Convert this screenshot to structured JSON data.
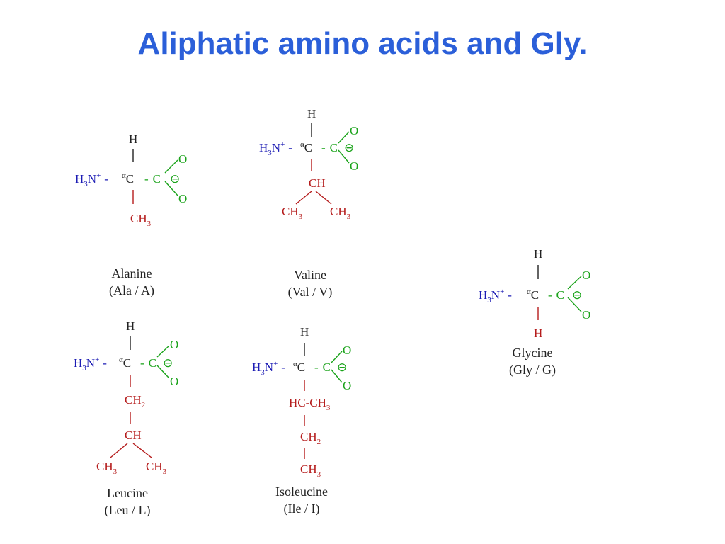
{
  "title": "Aliphatic amino acids and Gly.",
  "colors": {
    "title": "#2b5fd9",
    "amino": "#1c1cb4",
    "carboxyl": "#1aa31a",
    "side_chain": "#b51c1c",
    "backbone": "#222222"
  },
  "common": {
    "h_top": "H",
    "amine": "H",
    "amine_sub": "3",
    "amine_rest": "N",
    "amine_charge": "+",
    "dash": "-",
    "alpha": "α",
    "alpha_c": "C",
    "carb_c": "C",
    "oxygen": "O",
    "minus": "⊖"
  },
  "molecules": [
    {
      "id": "alanine",
      "name": "Alanine",
      "abbrev": "(Ala / A)",
      "side_chain": [
        {
          "text": "CH",
          "sub": "3"
        }
      ]
    },
    {
      "id": "valine",
      "name": "Valine",
      "abbrev": "(Val / V)",
      "side_chain": [
        {
          "text": "CH",
          "sub": ""
        },
        {
          "text": "CH",
          "sub": "3"
        },
        {
          "text": "CH",
          "sub": "3"
        }
      ]
    },
    {
      "id": "glycine",
      "name": "Glycine",
      "abbrev": "(Gly / G)",
      "side_chain": [
        {
          "text": "H",
          "sub": ""
        }
      ]
    },
    {
      "id": "leucine",
      "name": "Leucine",
      "abbrev": "(Leu / L)",
      "side_chain": [
        {
          "text": "CH",
          "sub": "2"
        },
        {
          "text": "CH",
          "sub": ""
        },
        {
          "text": "CH",
          "sub": "3"
        },
        {
          "text": "CH",
          "sub": "3"
        }
      ]
    },
    {
      "id": "isoleucine",
      "name": "Isoleucine",
      "abbrev": "(Ile / I)",
      "side_chain": [
        {
          "text": "HC-CH",
          "sub": "3"
        },
        {
          "text": "CH",
          "sub": "2"
        },
        {
          "text": "CH",
          "sub": "3"
        }
      ]
    }
  ]
}
